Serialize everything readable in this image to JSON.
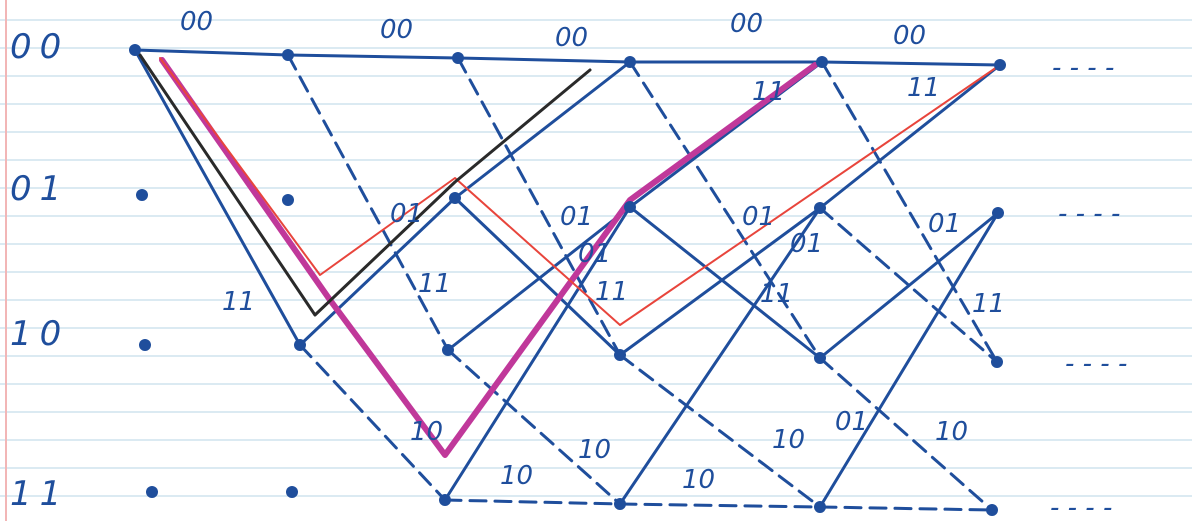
{
  "state_labels": [
    "00",
    "01",
    "10",
    "11"
  ],
  "branch_labels": {
    "row00_00": [
      "00",
      "00",
      "00",
      "00",
      "00"
    ],
    "row00_11": [
      "11",
      "11"
    ],
    "row01_01": [
      "01",
      "01",
      "01",
      "01"
    ],
    "row10_11": [
      "11",
      "11",
      "11",
      "11",
      "11"
    ],
    "row10_01": [
      "01",
      "01"
    ],
    "row11_10": [
      "10",
      "10",
      "10",
      "10",
      "10",
      "10"
    ],
    "misc": [
      "01"
    ]
  },
  "continuation": "- - - -",
  "colors": {
    "paper_rule": "#cfe3ee",
    "margin_rule": "#f2b6b6",
    "ink": "#1f4e9c",
    "path_magenta": "#c0389a",
    "path_red": "#e8453c",
    "path_black": "#2a2a2a"
  }
}
